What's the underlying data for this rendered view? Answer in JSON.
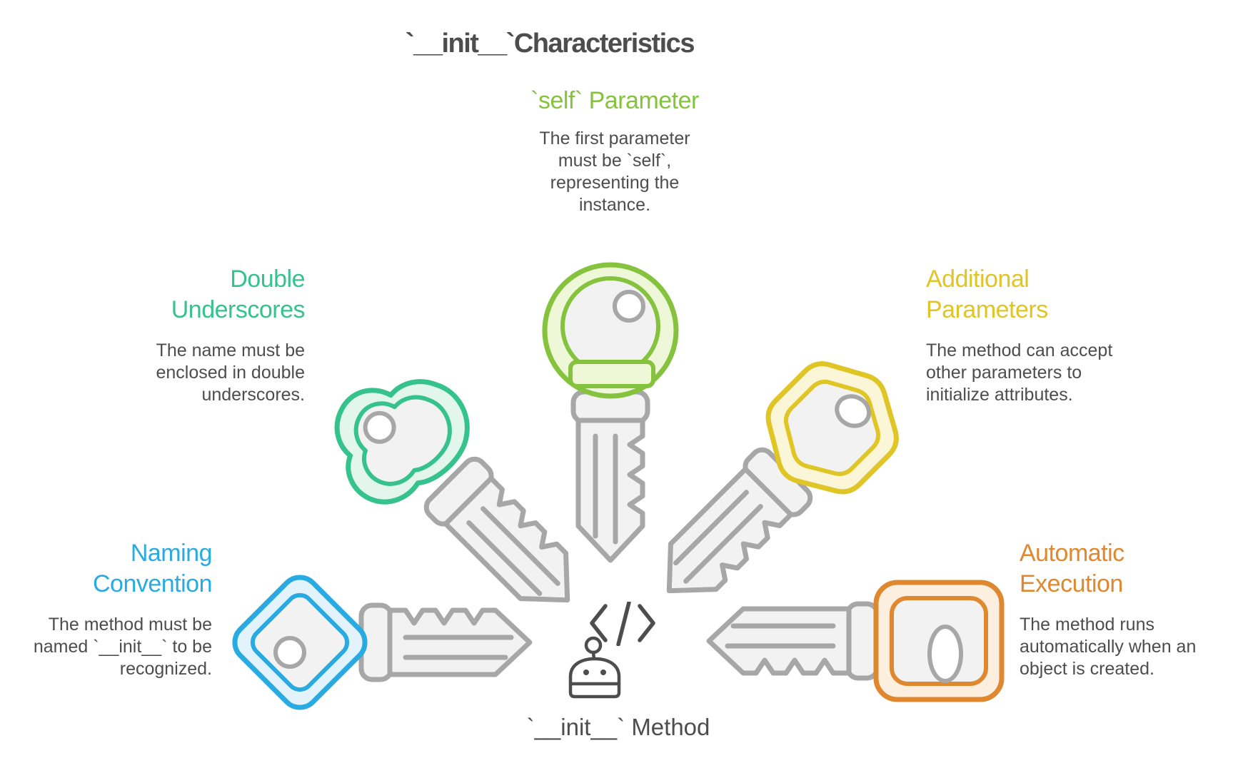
{
  "title": "`__init__`Characteristics",
  "colors": {
    "text": "#4d4d4d",
    "gray_stroke": "#a7a7a7",
    "gray_fill": "#f2f2f2",
    "white": "#ffffff",
    "self_accent": "#85c23d",
    "self_tint": "#eff7d9",
    "underscores_accent": "#36c28c",
    "underscores_tint": "#e3f6ed",
    "params_accent": "#e0c526",
    "params_tint": "#fbf6d7",
    "naming_accent": "#29abe2",
    "naming_tint": "#e2f3fc",
    "auto_accent": "#e0882f",
    "auto_tint": "#fcefdf"
  },
  "sections": {
    "self_parameter": {
      "heading": "`self` Parameter",
      "body": "The first parameter must be `self`, representing the instance."
    },
    "double_underscores": {
      "heading": "Double Underscores",
      "body": "The name must be enclosed in double underscores."
    },
    "additional_parameters": {
      "heading": "Additional Parameters",
      "body": "The method can accept other parameters to initialize attributes."
    },
    "naming_convention": {
      "heading": "Naming Convention",
      "body": "The method must be named `__init__` to be recognized."
    },
    "automatic_execution": {
      "heading": "Automatic Execution",
      "body": "The method runs automatically when an object is created."
    }
  },
  "center": {
    "label": "`__init__` Method",
    "code_symbol": "</>"
  }
}
